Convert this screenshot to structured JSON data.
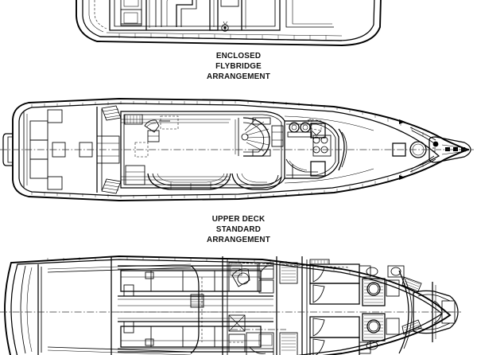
{
  "document": {
    "type": "yacht-general-arrangement-drawing",
    "title": "Motor Yacht Deck Plans",
    "background_color": "#ffffff",
    "line_color": "#000000",
    "orientation": "bow-to-the-right"
  },
  "labels": {
    "flybridge": {
      "line1": "ENCLOSED",
      "line2": "FLYBRIDGE",
      "line3": "ARRANGEMENT"
    },
    "upper_deck": {
      "line1": "UPPER DECK",
      "line2": "STANDARD",
      "line3": "ARRANGEMENT"
    }
  },
  "plans": [
    {
      "name": "enclosed-flybridge-arrangement",
      "caption": "ENCLOSED FLYBRIDGE ARRANGEMENT",
      "position": "top",
      "cropped": "top edge cut off by image border",
      "features": [
        "helm console",
        "L-shaped settee",
        "bridge seating",
        "helm chair",
        "aft deck overhang",
        "radar arch base",
        "cabinetry"
      ]
    },
    {
      "name": "upper-deck-standard-arrangement",
      "caption": "UPPER DECK STANDARD ARRANGEMENT",
      "position": "middle",
      "features": [
        "swim platform",
        "transom lockers",
        "aft cockpit deck",
        "deck chairs",
        "aft salon bulkhead doors",
        "curved salon settee",
        "salon sofa",
        "coffee table",
        "entertainment cabinet",
        "spiral staircase",
        "galley",
        "dinette",
        "pilothouse helm",
        "helm wheel",
        "companion seat",
        "side decks",
        "foredeck hatches",
        "anchor windlass",
        "bow pulpit with anchor rollers",
        "centerline"
      ]
    },
    {
      "name": "lower-deck-arrangement",
      "caption": "",
      "position": "bottom",
      "cropped": "bottom edge cut off by image border",
      "features": [
        "lazarette / garage",
        "crew quarters",
        "engine room with twin engines",
        "propeller shafts",
        "generator",
        "machinery space",
        "guest staterooms",
        "twin berths",
        "heads with showers",
        "companionway stairs",
        "forward VIP cabin",
        "V-berth",
        "chain locker",
        "centerline"
      ]
    }
  ],
  "colors": {
    "ink": "#000000",
    "paper": "#ffffff",
    "light_ink": "#3a3a3a"
  }
}
